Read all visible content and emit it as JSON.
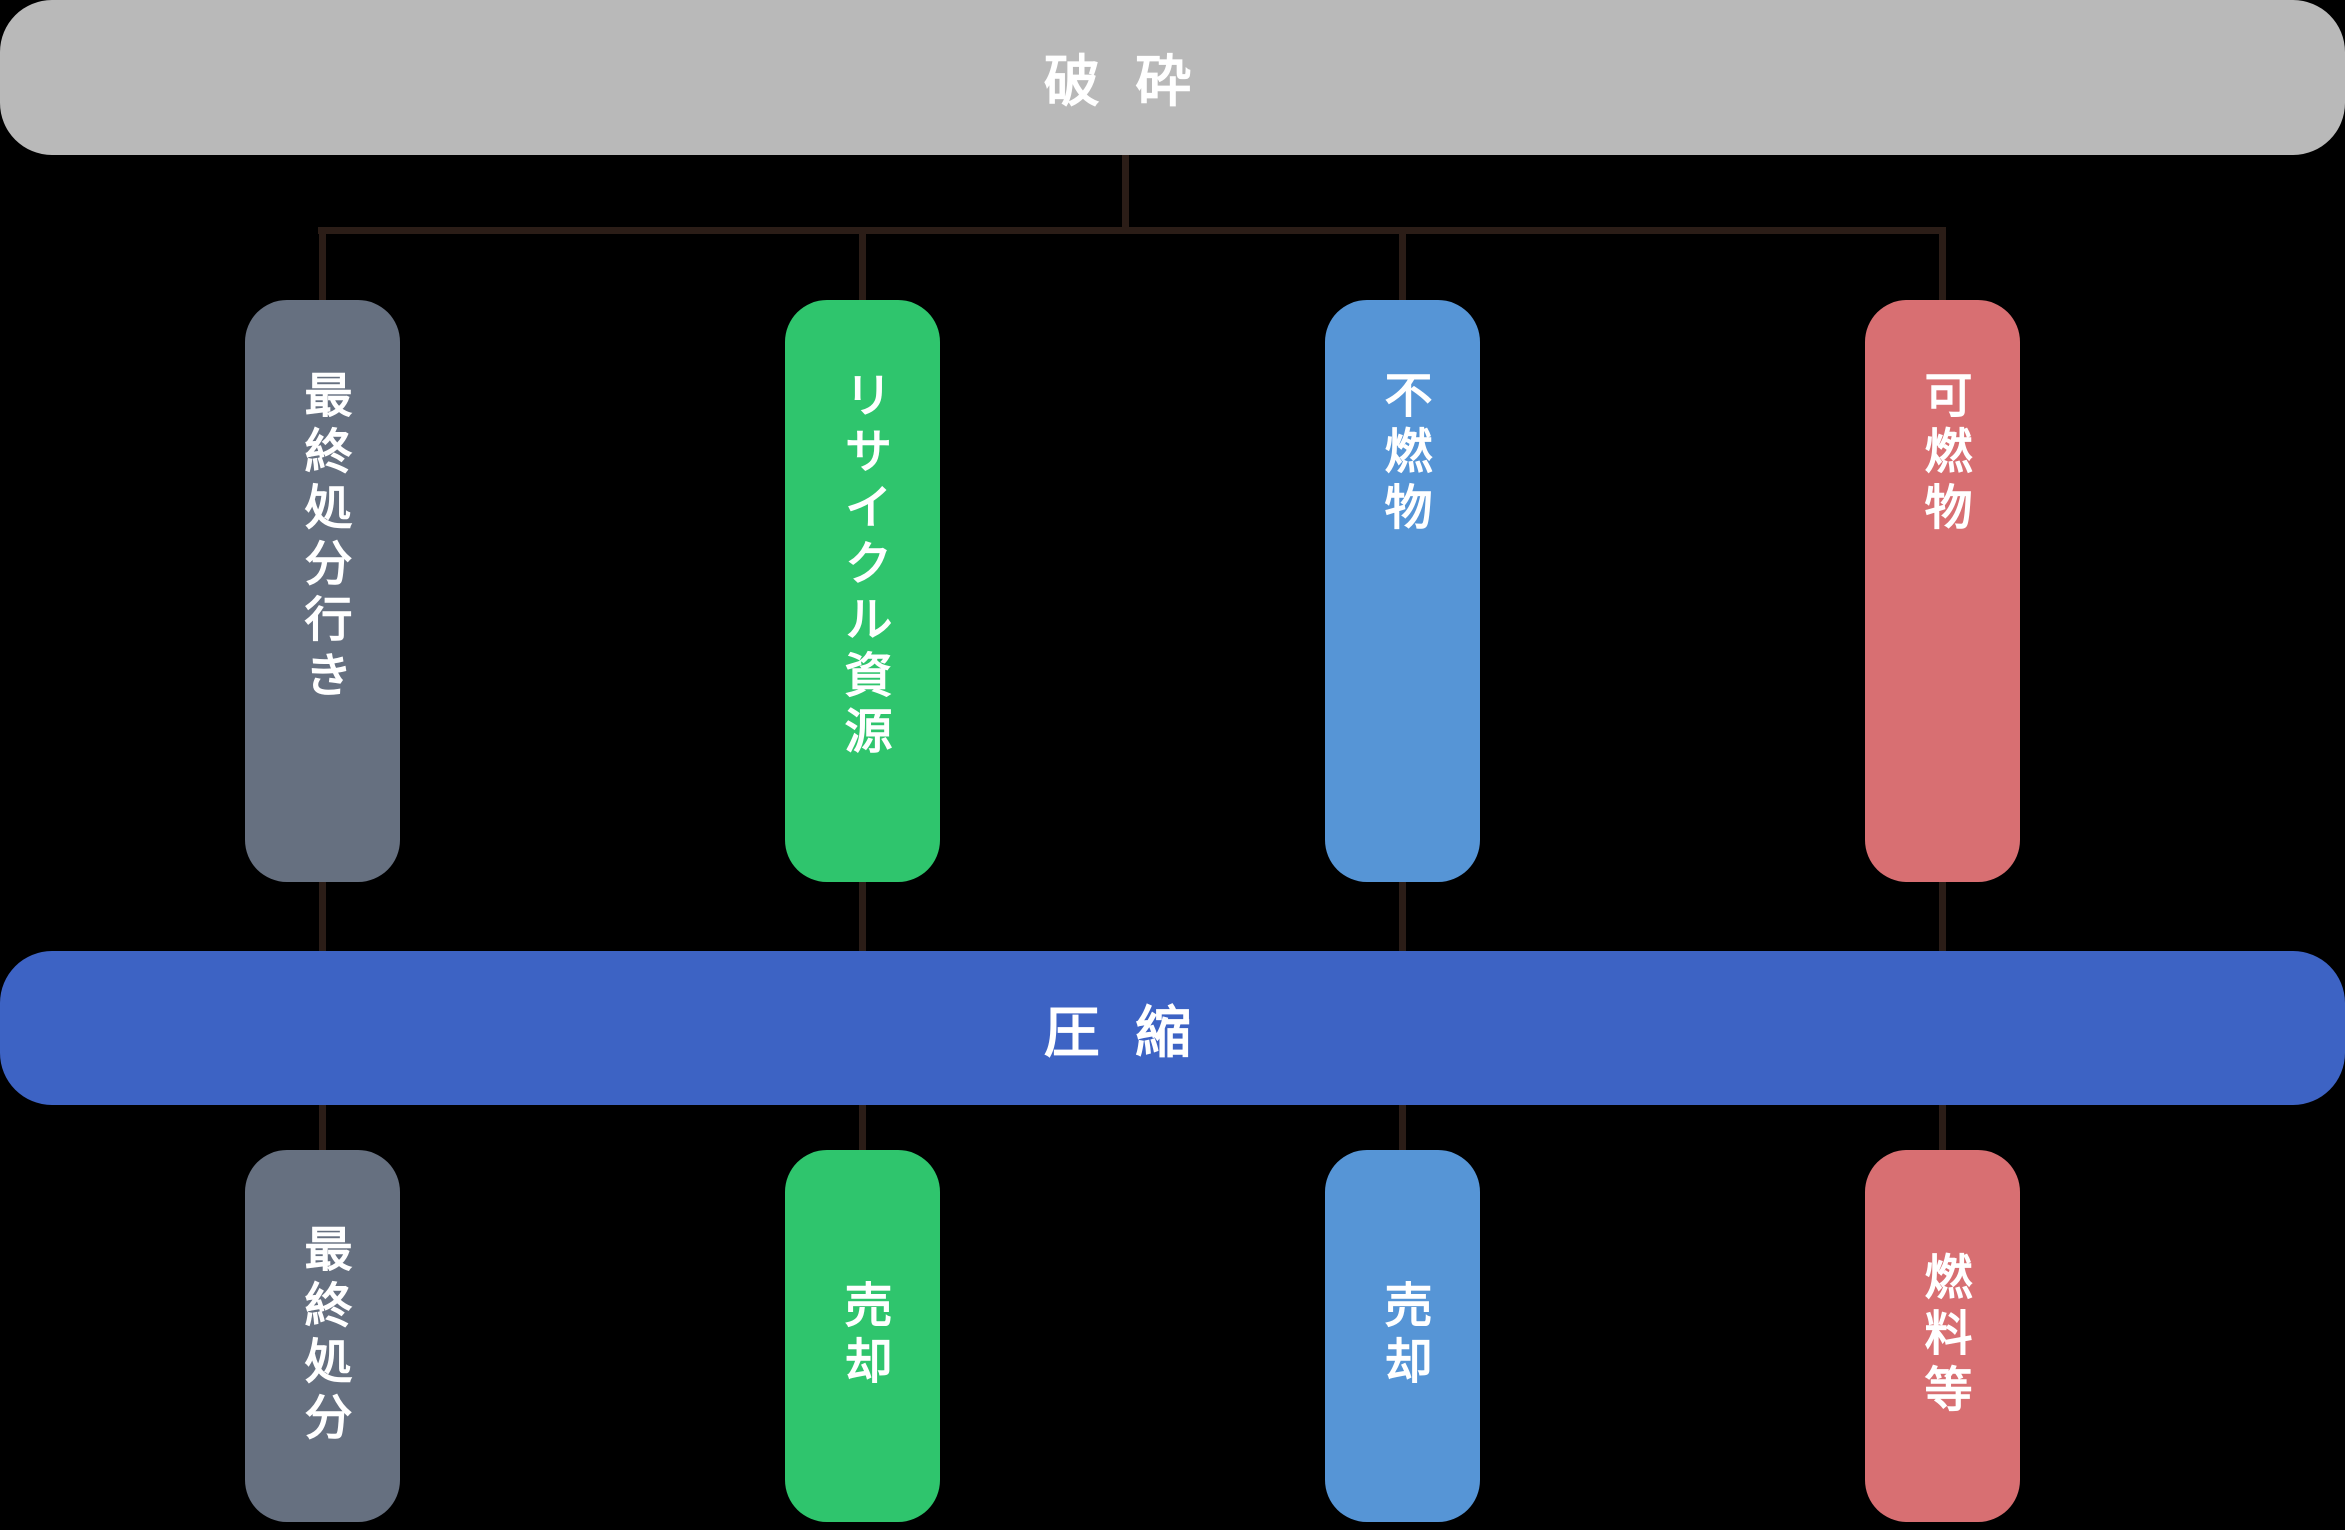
{
  "background": "#000000",
  "line_color": "#2b1d17",
  "top_bar": {
    "label": "破 砕",
    "bg": "#b9b9b9",
    "text_color": "#ffffff"
  },
  "mid_bar": {
    "label": "圧 縮",
    "bg": "#3d63c4",
    "text_color": "#ffffff"
  },
  "columns": [
    {
      "name": "final-disposal",
      "color": "#667080",
      "top_label": "最終処分行き",
      "bottom_label": "最終処分"
    },
    {
      "name": "recyclable",
      "color": "#2fc56d",
      "top_label": "リサイクル資源",
      "bottom_label": "売却"
    },
    {
      "name": "incombustible",
      "color": "#5695d6",
      "top_label": "不燃物",
      "bottom_label": "売却"
    },
    {
      "name": "combustible",
      "color": "#d86f72",
      "top_label": "可燃物",
      "bottom_label": "燃料等"
    }
  ]
}
